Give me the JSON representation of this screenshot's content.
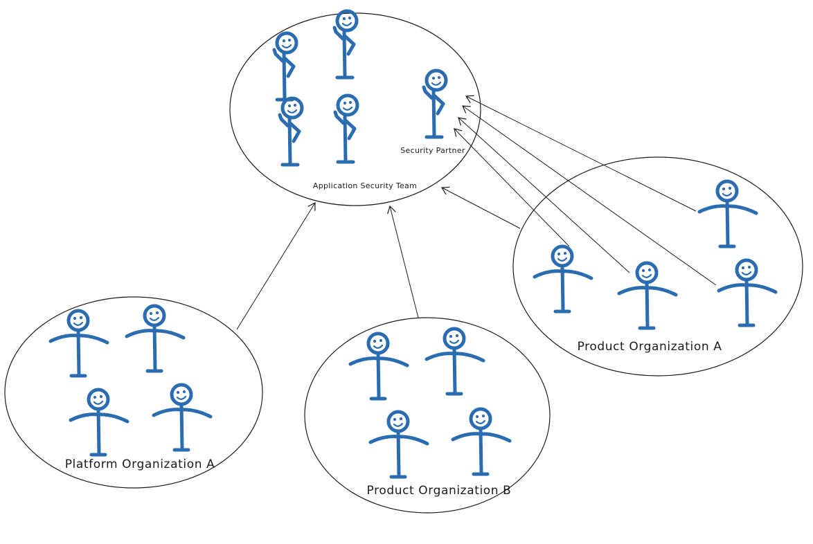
{
  "colors": {
    "figure": "#2b6cb0",
    "outline": "#1a1a1a",
    "background": "#ffffff"
  },
  "groups": {
    "appsec": {
      "label": "Application Security Team"
    },
    "security_partner": {
      "label": "Security Partner"
    },
    "product_a": {
      "label": "Product Organization A"
    },
    "product_b": {
      "label": "Product Organization B"
    },
    "platform_a": {
      "label": "Platform Organization A"
    }
  }
}
